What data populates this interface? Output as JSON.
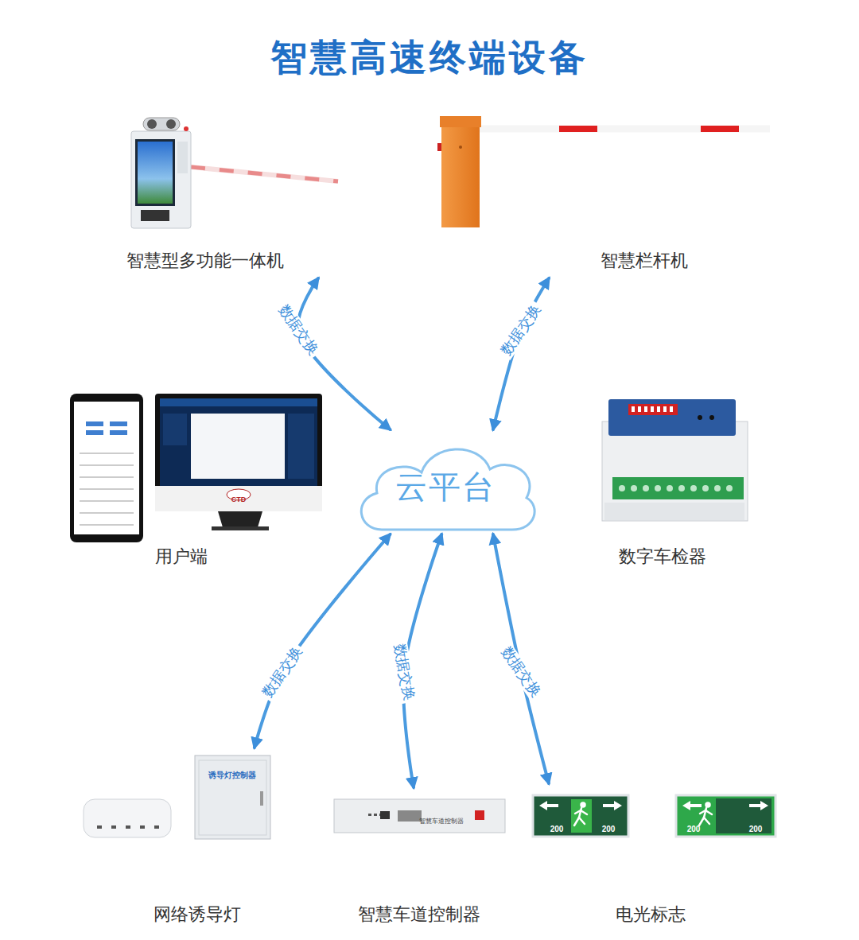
{
  "diagram": {
    "title": "智慧高速终端设备",
    "nodes": [
      {
        "text": [
          "智慧型多功能一体机"
        ]
      },
      {
        "text": [
          "智慧栏杆机"
        ]
      },
      {
        "text": [
          "用户端"
        ]
      },
      {
        "text": [
          "云平台"
        ]
      },
      {
        "text": [
          "数字车检器"
        ]
      },
      {
        "text": [
          "网络诱导灯"
        ]
      },
      {
        "text": [
          "智慧车道控制器"
        ]
      },
      {
        "text": [
          "电光标志"
        ]
      }
    ],
    "edges": [
      {
        "from": 0,
        "to": 3,
        "label": "数据交换",
        "arrow": "both"
      },
      {
        "from": 1,
        "to": 3,
        "label": "数据交换",
        "arrow": "both"
      },
      {
        "from": 5,
        "to": 3,
        "label": "数据交换",
        "arrow": "both"
      },
      {
        "from": 6,
        "to": 3,
        "label": "数据交换",
        "arrow": "both"
      },
      {
        "from": 7,
        "to": 3,
        "label": "数据交换",
        "arrow": "both"
      }
    ],
    "labels": [
      "CTD",
      "诱导灯控制器",
      "智慧车道控制器",
      "200",
      "200",
      "200",
      "200"
    ]
  }
}
